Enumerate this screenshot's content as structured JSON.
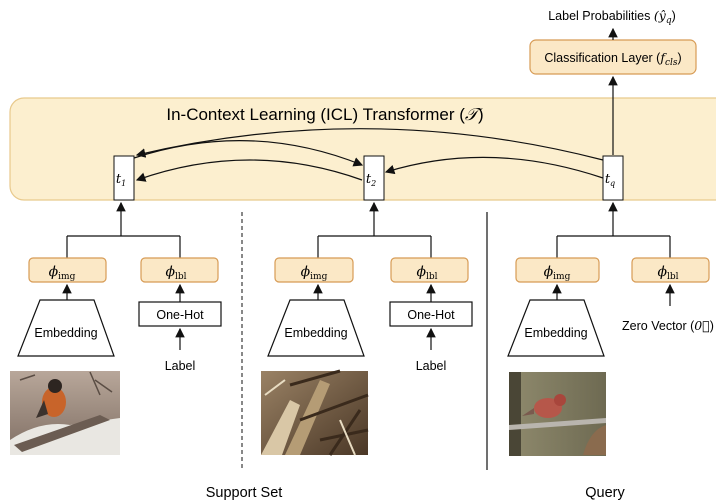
{
  "top_label": {
    "text": "Label Probabilities",
    "math": "(ŷ",
    "sub": "q",
    "close": ")"
  },
  "classifier": {
    "text": "Classification Layer (",
    "math": "f",
    "sub": "cls",
    "close": ")"
  },
  "transformer": {
    "text": "In-Context Learning (ICL) Transformer (",
    "math": "𝒯",
    "close": ")"
  },
  "tokens": [
    {
      "sym": "t",
      "sub": "1"
    },
    {
      "sym": "t",
      "sub": "2"
    },
    {
      "sym": "t",
      "sub": "q"
    }
  ],
  "phi": {
    "sym": "ϕ",
    "img_sub": "img",
    "lbl_sub": "lbl"
  },
  "embedding_label": "Embedding",
  "onehot_label": "One-Hot",
  "label_text": "Label",
  "zero_vector": {
    "text": "Zero Vector (",
    "math": "0⃗",
    "close": ")"
  },
  "captions": {
    "support": "Support Set",
    "query": "Query"
  },
  "colors": {
    "band_fill": "#fcefcf",
    "band_stroke": "#e8c98c",
    "box_fill": "#fbe8c6",
    "box_stroke": "#d79b55",
    "line": "#111111"
  },
  "photos": [
    {
      "name": "robin-photo",
      "desc": "robin"
    },
    {
      "name": "tree-photo",
      "desc": "tree"
    },
    {
      "name": "finch-photo",
      "desc": "finch"
    }
  ]
}
